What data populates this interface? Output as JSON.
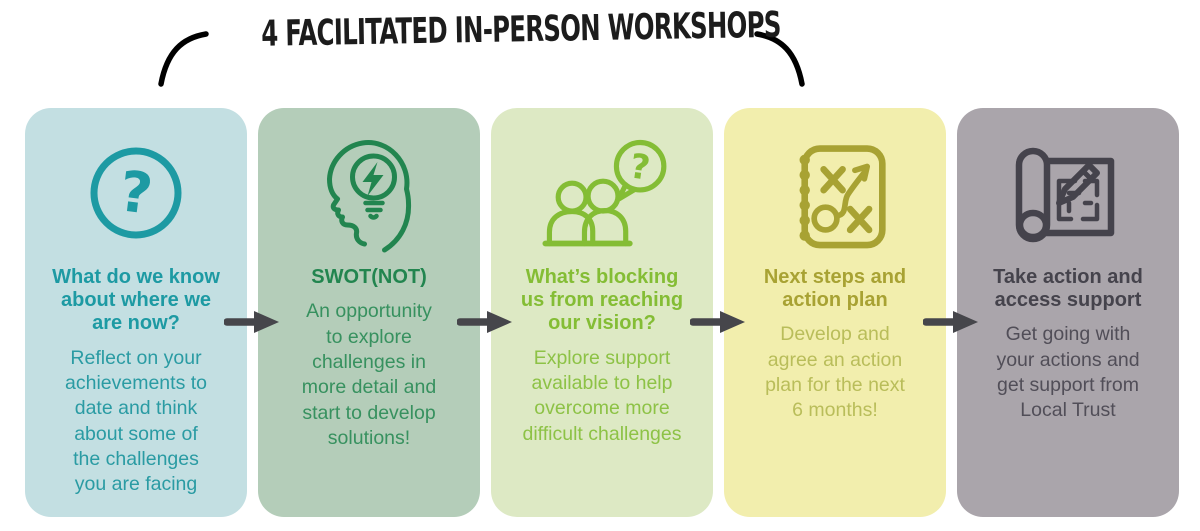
{
  "header": {
    "title": "4 FACILITATED IN-PERSON WORKSHOPS"
  },
  "flow": {
    "title_color": "#1c1c1c",
    "arrow_color": "#46464b"
  },
  "cards": [
    {
      "id": "where-are-we-now",
      "icon": "question-circle-icon",
      "bg": "#c3dfe2",
      "accent": "#1d9aa3",
      "body_color": "#2a9ba3",
      "title": "What do we know\nabout where we\nare now?",
      "body": "Reflect on your\nachievements to\ndate and think\nabout some of\nthe challenges\nyou are facing"
    },
    {
      "id": "swot-not",
      "icon": "head-lightbulb-icon",
      "bg": "#b4cdb9",
      "accent": "#22854f",
      "body_color": "#37915f",
      "title": "SWOT(NOT)",
      "body": "An opportunity\nto explore\nchallenges in\nmore detail and\nstart to develop\nsolutions!"
    },
    {
      "id": "whats-blocking-us",
      "icon": "people-question-icon",
      "bg": "#dde9c4",
      "accent": "#84bd35",
      "body_color": "#8dc246",
      "title": "What’s blocking\nus from reaching\nour vision?",
      "body": "Explore support\navailable to help\novercome more\ndifficult challenges"
    },
    {
      "id": "next-steps-action-plan",
      "icon": "strategy-notebook-icon",
      "bg": "#f2eead",
      "accent": "#a8a233",
      "body_color": "#b9bd5a",
      "title": "Next steps and\naction plan",
      "body": "Develop and\nagree an action\nplan for the next\n6 months!"
    },
    {
      "id": "take-action",
      "icon": "blueprint-pencil-icon",
      "bg": "#aaa5ab",
      "accent": "#45434c",
      "body_color": "#514e58",
      "title": "Take action and\naccess support",
      "body": "Get going with\nyour actions and\nget support from\nLocal Trust"
    }
  ]
}
